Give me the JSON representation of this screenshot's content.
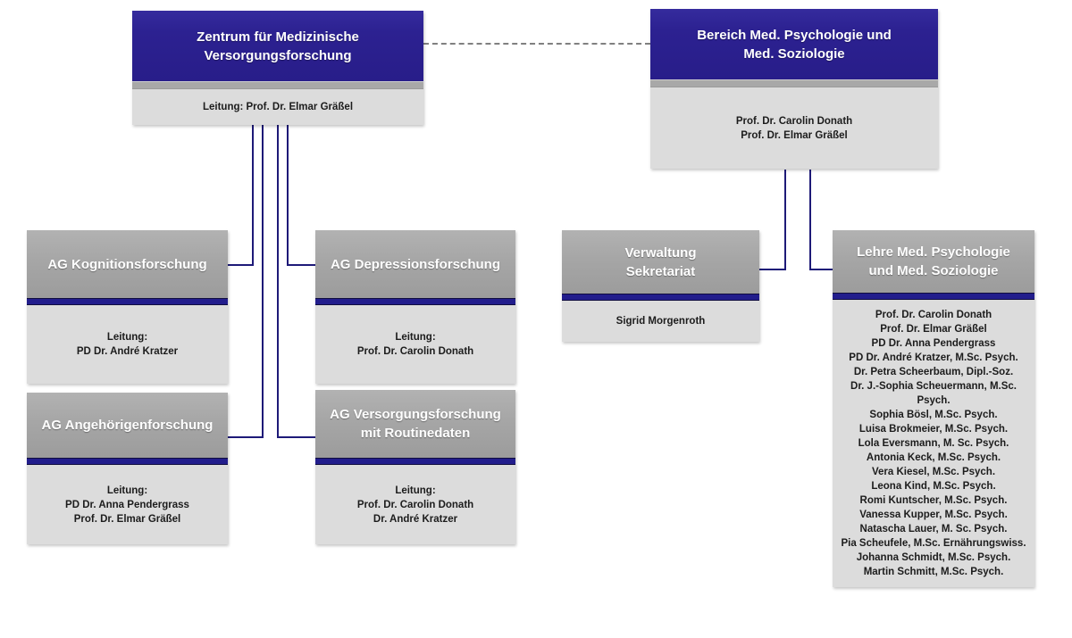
{
  "colors": {
    "header_navy": "#2c2191",
    "header_gray": "#a6a6a6",
    "band_navy": "#221d8c",
    "band_gray": "#a8a8a8",
    "body_gray": "#dcdcdc",
    "connector_navy": "#1e1a78",
    "dash_gray": "#808080"
  },
  "boxes": {
    "zentrum": {
      "title_lines": [
        "Zentrum für Medizinische",
        "Versorgungsforschung"
      ],
      "body_lines": [
        "Leitung: Prof. Dr. Elmar Gräßel"
      ]
    },
    "bereich": {
      "title_lines": [
        "Bereich Med. Psychologie und",
        "Med. Soziologie"
      ],
      "body_lines": [
        "Prof. Dr. Carolin Donath",
        "Prof. Dr. Elmar Gräßel"
      ]
    },
    "kognition": {
      "title_lines": [
        "AG Kognitionsforschung"
      ],
      "body_lines": [
        "Leitung:",
        "PD Dr. André Kratzer"
      ]
    },
    "depression": {
      "title_lines": [
        "AG Depressionsforschung"
      ],
      "body_lines": [
        "Leitung:",
        "Prof. Dr. Carolin Donath"
      ]
    },
    "angehoerigen": {
      "title_lines": [
        "AG Angehörigenforschung"
      ],
      "body_lines": [
        "Leitung:",
        "PD Dr. Anna Pendergrass",
        "Prof. Dr. Elmar Gräßel"
      ]
    },
    "versorgung": {
      "title_lines": [
        "AG Versorgungsforschung",
        "mit Routinedaten"
      ],
      "body_lines": [
        "Leitung:",
        "Prof. Dr. Carolin Donath",
        "Dr. André Kratzer"
      ]
    },
    "verwaltung": {
      "title_lines": [
        "Verwaltung",
        "Sekretariat"
      ],
      "body_lines": [
        "Sigrid Morgenroth"
      ]
    },
    "lehre": {
      "title_lines": [
        "Lehre Med. Psychologie",
        "und Med. Soziologie"
      ],
      "body_lines": [
        "Prof. Dr. Carolin Donath",
        "Prof. Dr. Elmar Gräßel",
        "PD Dr. Anna Pendergrass",
        "PD Dr. André Kratzer, M.Sc. Psych.",
        "Dr. Petra Scheerbaum, Dipl.-Soz.",
        "Dr. J.-Sophia Scheuermann, M.Sc. Psych.",
        "Sophia Bösl, M.Sc. Psych.",
        "Luisa Brokmeier, M.Sc. Psych.",
        "Lola Eversmann, M. Sc. Psych.",
        "Antonia Keck, M.Sc. Psych.",
        "Vera Kiesel, M.Sc. Psych.",
        "Leona Kind, M.Sc. Psych.",
        "Romi Kuntscher, M.Sc. Psych.",
        "Vanessa Kupper, M.Sc. Psych.",
        "Natascha Lauer, M. Sc. Psych.",
        "Pia Scheufele, M.Sc. Ernährungswiss.",
        "Johanna Schmidt, M.Sc. Psych.",
        "Martin Schmitt, M.Sc. Psych."
      ]
    }
  }
}
